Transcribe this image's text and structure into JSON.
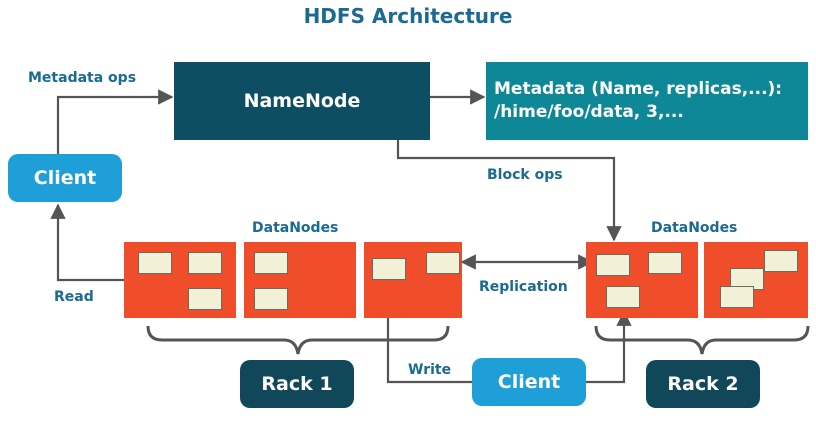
{
  "title": "HDFS Architecture",
  "namenode": {
    "label": "NameNode"
  },
  "metadata": {
    "label": "Metadata (Name, replicas,...):\n/hime/foo/data, 3,..."
  },
  "labels": {
    "metadata_ops": "Metadata ops",
    "block_ops": "Block ops",
    "datanodes_left": "DataNodes",
    "datanodes_right": "DataNodes",
    "read": "Read",
    "write": "Write",
    "replication": "Replication"
  },
  "clients": {
    "left": "Client",
    "bottom": "Client"
  },
  "racks": {
    "rack1": "Rack 1",
    "rack2": "Rack 2"
  },
  "colors": {
    "title": "#1a6a92",
    "namenode": "#0e4e62",
    "metadata": "#0e8797",
    "client": "#1e9fd8",
    "rack": "#10485a",
    "datanode": "#f04e2a",
    "block": "#f3f0d8",
    "line": "#555555"
  }
}
